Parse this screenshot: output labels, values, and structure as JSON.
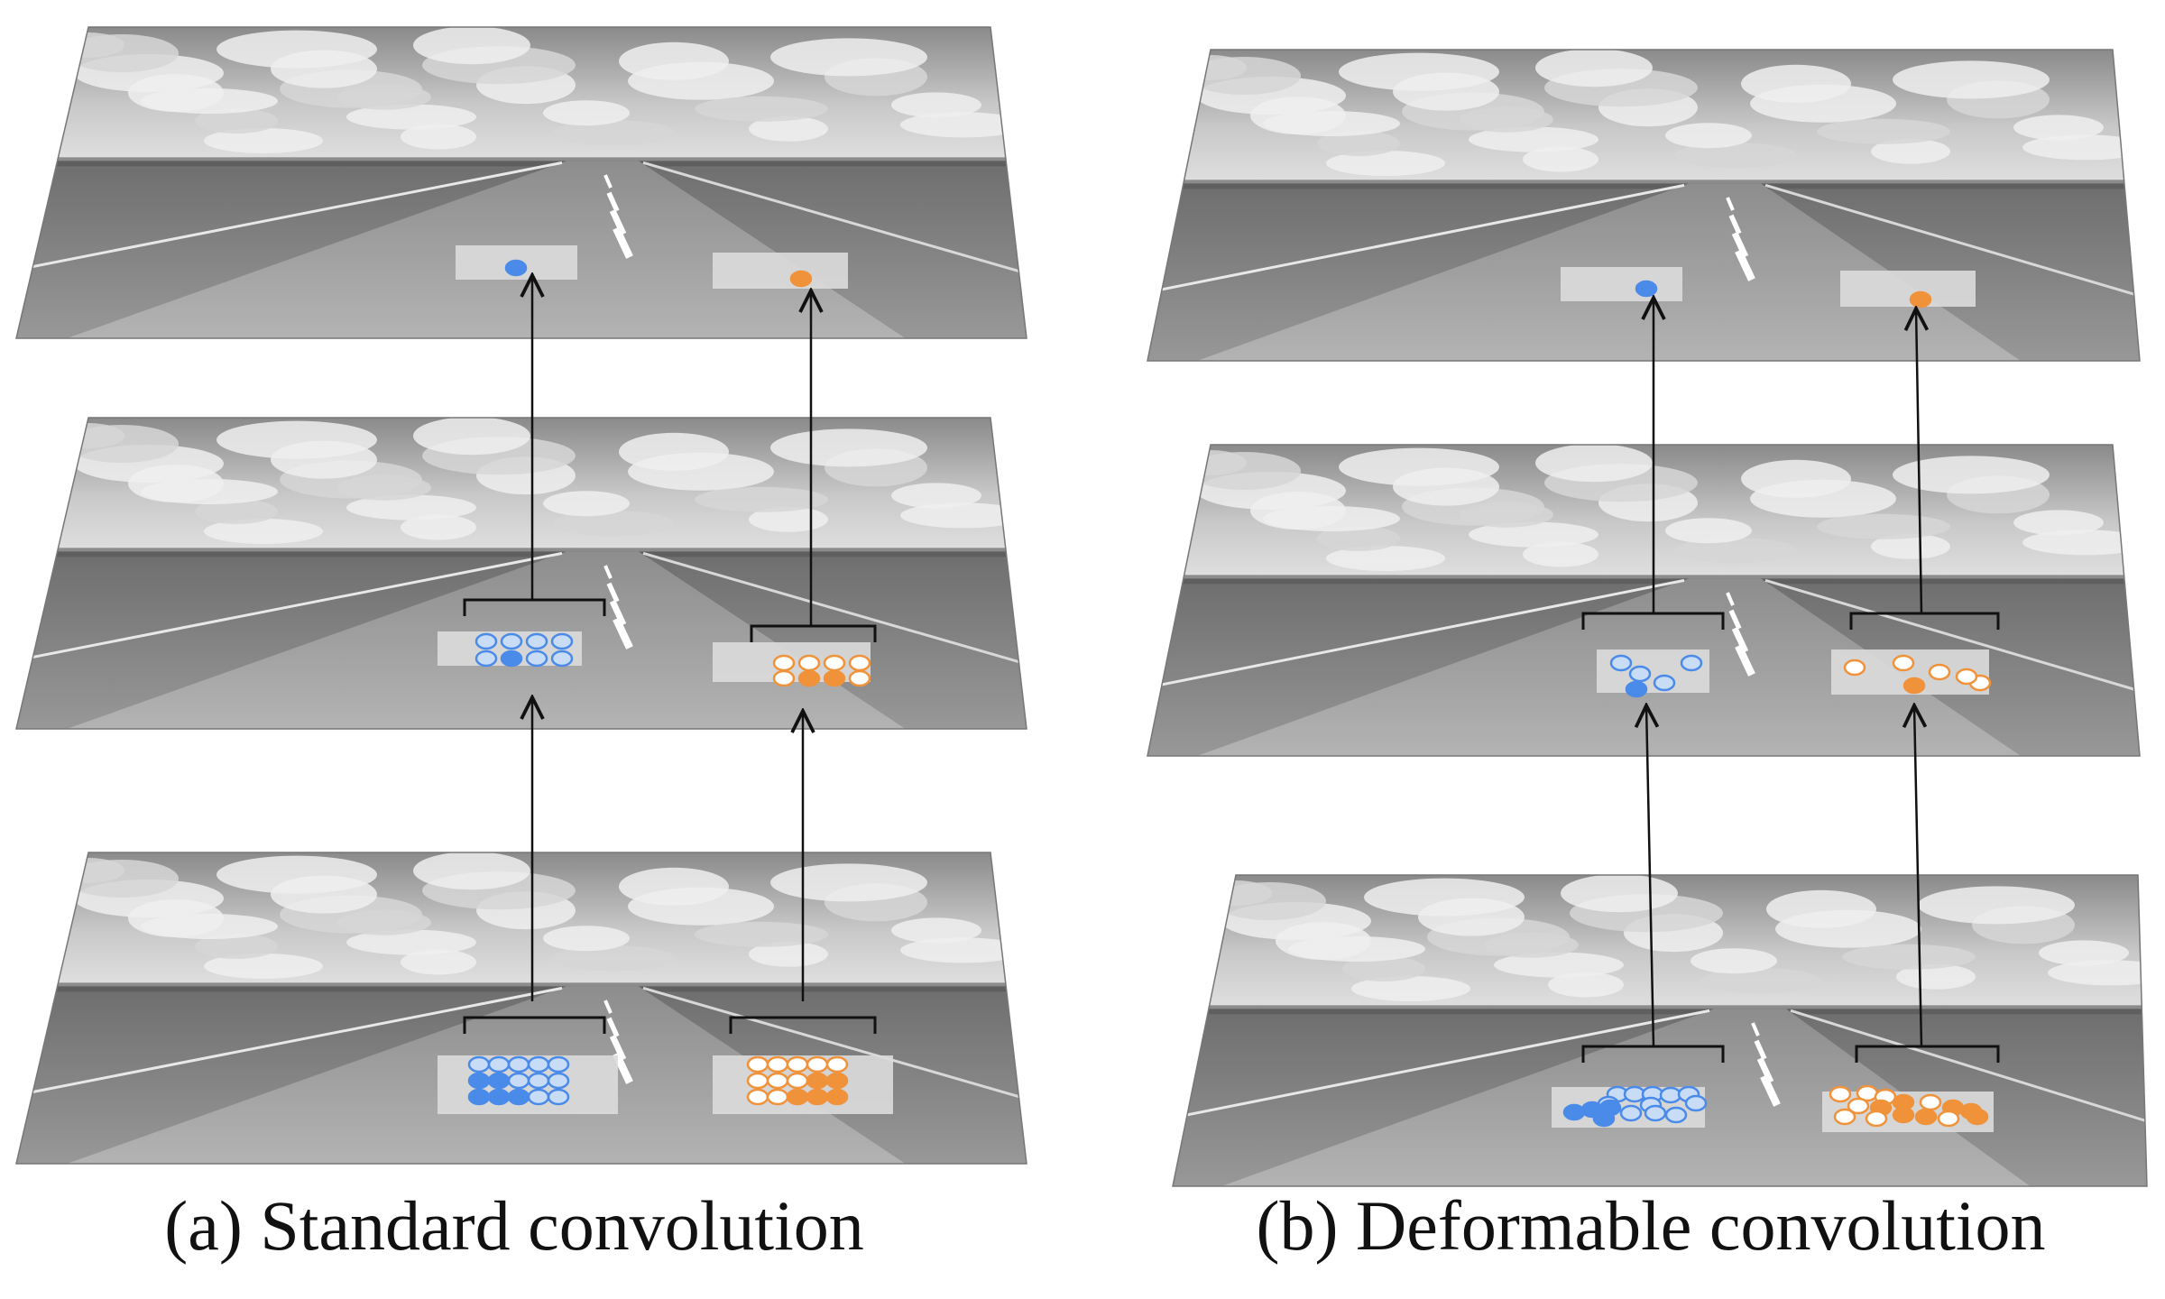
{
  "panels": [
    {
      "id": "standard",
      "caption": "(a) Standard convolution"
    },
    {
      "id": "deformable",
      "caption": "(b) Deformable convolution"
    }
  ],
  "colors": {
    "blue_fill": "#4a8ae8",
    "blue_light": "#c9dcf6",
    "orange_fill": "#f0923a",
    "orange_light": "#ffffff",
    "arrow": "#111111"
  }
}
